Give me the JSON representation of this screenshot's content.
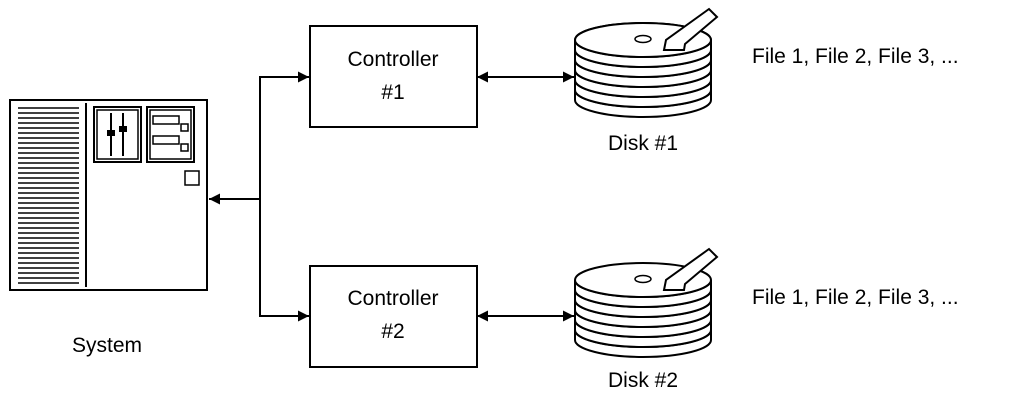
{
  "system": {
    "label": "System"
  },
  "controllers": [
    {
      "line1": "Controller",
      "line2": "#1"
    },
    {
      "line1": "Controller",
      "line2": "#2"
    }
  ],
  "disks": [
    {
      "label": "Disk #1",
      "files": "File 1, File 2, File 3, ..."
    },
    {
      "label": "Disk #2",
      "files": "File 1, File 2, File 3, ..."
    }
  ]
}
